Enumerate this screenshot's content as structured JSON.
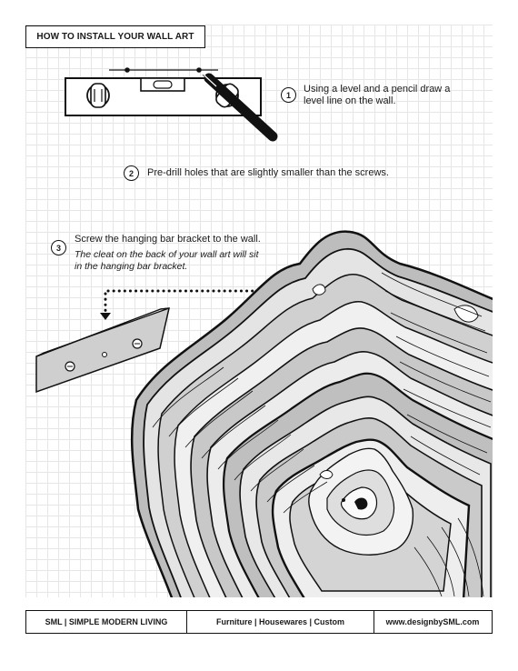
{
  "title": "HOW TO INSTALL YOUR WALL ART",
  "steps": [
    {
      "number": "1",
      "text": "Using a level and a pencil draw a level line on the wall."
    },
    {
      "number": "2",
      "text": "Pre-drill holes that are slightly smaller than the screws."
    },
    {
      "number": "3",
      "text": "Screw the hanging bar bracket to the wall.",
      "subtext": "The cleat on the back of your wall art will sit in the hanging bar bracket."
    }
  ],
  "footer": {
    "brand": "SML  |  SIMPLE MODERN LIVING",
    "categories": "Furniture  |  Housewares  |  Custom",
    "website": "www.designbySML.com"
  }
}
